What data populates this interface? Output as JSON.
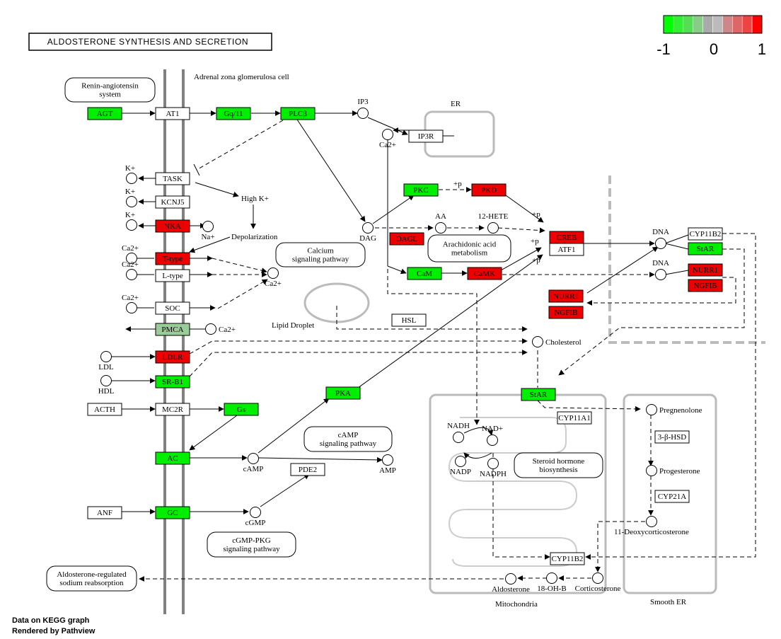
{
  "title": "ALDOSTERONE SYNTHESIS AND SECRETION",
  "legend": {
    "colors": [
      "#00ff00",
      "#33ee33",
      "#55dd55",
      "#88cc88",
      "#aaaaaa",
      "#bbbbbb",
      "#cc8888",
      "#dd6666",
      "#ee4444",
      "#ff0000"
    ],
    "labels": [
      "-1",
      "0",
      "1"
    ]
  },
  "footer": [
    "Data on KEGG graph",
    "Rendered by Pathview"
  ],
  "colors": {
    "green": "#00ee00",
    "red": "#ee0000",
    "white": "#ffffff",
    "grey_green": "#99cc99",
    "compartment": "#bbbbbb"
  },
  "labels": {
    "cell": "Adrenal zona glomerulosa cell",
    "er": "ER",
    "lipid_droplet": "Lipid Droplet",
    "mitochondria": "Mitochondria",
    "smooth_er": "Smooth ER"
  },
  "genes": [
    {
      "id": "agt",
      "label": "AGT",
      "color": "green"
    },
    {
      "id": "at1",
      "label": "AT1",
      "color": "white"
    },
    {
      "id": "gq11",
      "label": "Gq/11",
      "color": "green"
    },
    {
      "id": "plcb",
      "label": "PLCβ",
      "color": "green"
    },
    {
      "id": "ip3r",
      "label": "IP3R",
      "color": "white"
    },
    {
      "id": "task",
      "label": "TASK",
      "color": "white"
    },
    {
      "id": "kcnj5",
      "label": "KCNJ5",
      "color": "white"
    },
    {
      "id": "nka",
      "label": "NKA",
      "color": "red"
    },
    {
      "id": "ttype",
      "label": "T-type",
      "color": "red"
    },
    {
      "id": "ltype",
      "label": "L-type",
      "color": "white"
    },
    {
      "id": "soc",
      "label": "SOC",
      "color": "white"
    },
    {
      "id": "pmca",
      "label": "PMCA",
      "color": "grey_green"
    },
    {
      "id": "ldlr",
      "label": "LDLR",
      "color": "red"
    },
    {
      "id": "srb1",
      "label": "SR-B1",
      "color": "green"
    },
    {
      "id": "acth",
      "label": "ACTH",
      "color": "white"
    },
    {
      "id": "mc2r",
      "label": "MC2R",
      "color": "white"
    },
    {
      "id": "gs",
      "label": "Gs",
      "color": "green"
    },
    {
      "id": "ac",
      "label": "AC",
      "color": "green"
    },
    {
      "id": "anf",
      "label": "ANF",
      "color": "white"
    },
    {
      "id": "gc",
      "label": "GC",
      "color": "green"
    },
    {
      "id": "pkc",
      "label": "PKC",
      "color": "green"
    },
    {
      "id": "pkd",
      "label": "PKD",
      "color": "red"
    },
    {
      "id": "dagl",
      "label": "DAGL",
      "color": "red"
    },
    {
      "id": "creb",
      "label": "CREB",
      "color": "red"
    },
    {
      "id": "atf1",
      "label": "ATF1",
      "color": "white"
    },
    {
      "id": "cam",
      "label": "CaM",
      "color": "green"
    },
    {
      "id": "camk",
      "label": "CaMK",
      "color": "red"
    },
    {
      "id": "nurr1a",
      "label": "NURR1",
      "color": "red"
    },
    {
      "id": "ngfba",
      "label": "NGFIB",
      "color": "red"
    },
    {
      "id": "cyp11b2a",
      "label": "CYP11B2",
      "color": "white"
    },
    {
      "id": "stara",
      "label": "StAR",
      "color": "green"
    },
    {
      "id": "nurr1b",
      "label": "NURR1",
      "color": "red"
    },
    {
      "id": "ngfbb",
      "label": "NGFIB",
      "color": "red"
    },
    {
      "id": "hsl",
      "label": "HSL",
      "color": "white"
    },
    {
      "id": "pka",
      "label": "PKA",
      "color": "green"
    },
    {
      "id": "pde2",
      "label": "PDE2",
      "color": "white"
    },
    {
      "id": "starb",
      "label": "StAR",
      "color": "green"
    },
    {
      "id": "cyp11a1",
      "label": "CYP11A1",
      "color": "white"
    },
    {
      "id": "hsd3b",
      "label": "3-β-HSD",
      "color": "white"
    },
    {
      "id": "cyp21a",
      "label": "CYP21A",
      "color": "white"
    },
    {
      "id": "cyp11b2b",
      "label": "CYP11B2",
      "color": "white"
    }
  ],
  "compounds": [
    {
      "id": "ip3",
      "label": "IP3"
    },
    {
      "id": "ca_er",
      "label": "Ca2+"
    },
    {
      "id": "k_task",
      "label": "K+"
    },
    {
      "id": "k_kcnj5",
      "label": "K+"
    },
    {
      "id": "k_nka",
      "label": "K+"
    },
    {
      "id": "na_nka",
      "label": "Na+"
    },
    {
      "id": "ca_t",
      "label": "Ca2+"
    },
    {
      "id": "ca_l",
      "label": "Ca2+"
    },
    {
      "id": "ca_soc",
      "label": "Ca2+"
    },
    {
      "id": "ca_pmca",
      "label": "Ca2+"
    },
    {
      "id": "ca_cyto",
      "label": "Ca2+"
    },
    {
      "id": "dag",
      "label": "DAG"
    },
    {
      "id": "aa",
      "label": "AA"
    },
    {
      "id": "hete",
      "label": "12-HETE"
    },
    {
      "id": "ldl",
      "label": "LDL"
    },
    {
      "id": "hdl",
      "label": "HDL"
    },
    {
      "id": "camp",
      "label": "cAMP"
    },
    {
      "id": "amp",
      "label": "AMP"
    },
    {
      "id": "cgmp",
      "label": "cGMP"
    },
    {
      "id": "dna1",
      "label": "DNA"
    },
    {
      "id": "dna2",
      "label": "DNA"
    },
    {
      "id": "cholesterol",
      "label": "Cholesterol"
    },
    {
      "id": "nadh",
      "label": "NADH"
    },
    {
      "id": "nadp_plus",
      "label": "NAD+"
    },
    {
      "id": "nadp",
      "label": "NADP"
    },
    {
      "id": "nadph",
      "label": "NADPH"
    },
    {
      "id": "pregnenolone",
      "label": "Pregnenolone"
    },
    {
      "id": "progesterone",
      "label": "Progesterone"
    },
    {
      "id": "doc",
      "label": "11-Deoxycorticosterone"
    },
    {
      "id": "corticosterone",
      "label": "Corticosterone"
    },
    {
      "id": "ohb",
      "label": "18-OH-B"
    },
    {
      "id": "aldosterone",
      "label": "Aldosterone"
    }
  ],
  "pathways": [
    {
      "id": "ras",
      "label": [
        "Renin-angiotensin",
        "system"
      ]
    },
    {
      "id": "calcium",
      "label": [
        "Calcium",
        "signaling pathway"
      ]
    },
    {
      "id": "arachidonic",
      "label": [
        "Arachidonic acid",
        "metabolism"
      ]
    },
    {
      "id": "campsig",
      "label": [
        "cAMP",
        "signaling pathway"
      ]
    },
    {
      "id": "cgmpsig",
      "label": [
        "cGMP-PKG",
        "signaling pathway"
      ]
    },
    {
      "id": "steroid",
      "label": [
        "Steroid hormone",
        "biosynthesis"
      ]
    },
    {
      "id": "sodium",
      "label": [
        "Aldosterone-regulated",
        "sodium reabsorption"
      ]
    }
  ],
  "other_labels": {
    "high_k": "High K+",
    "depolarization": "Depolarization",
    "plus_p": "+p"
  }
}
